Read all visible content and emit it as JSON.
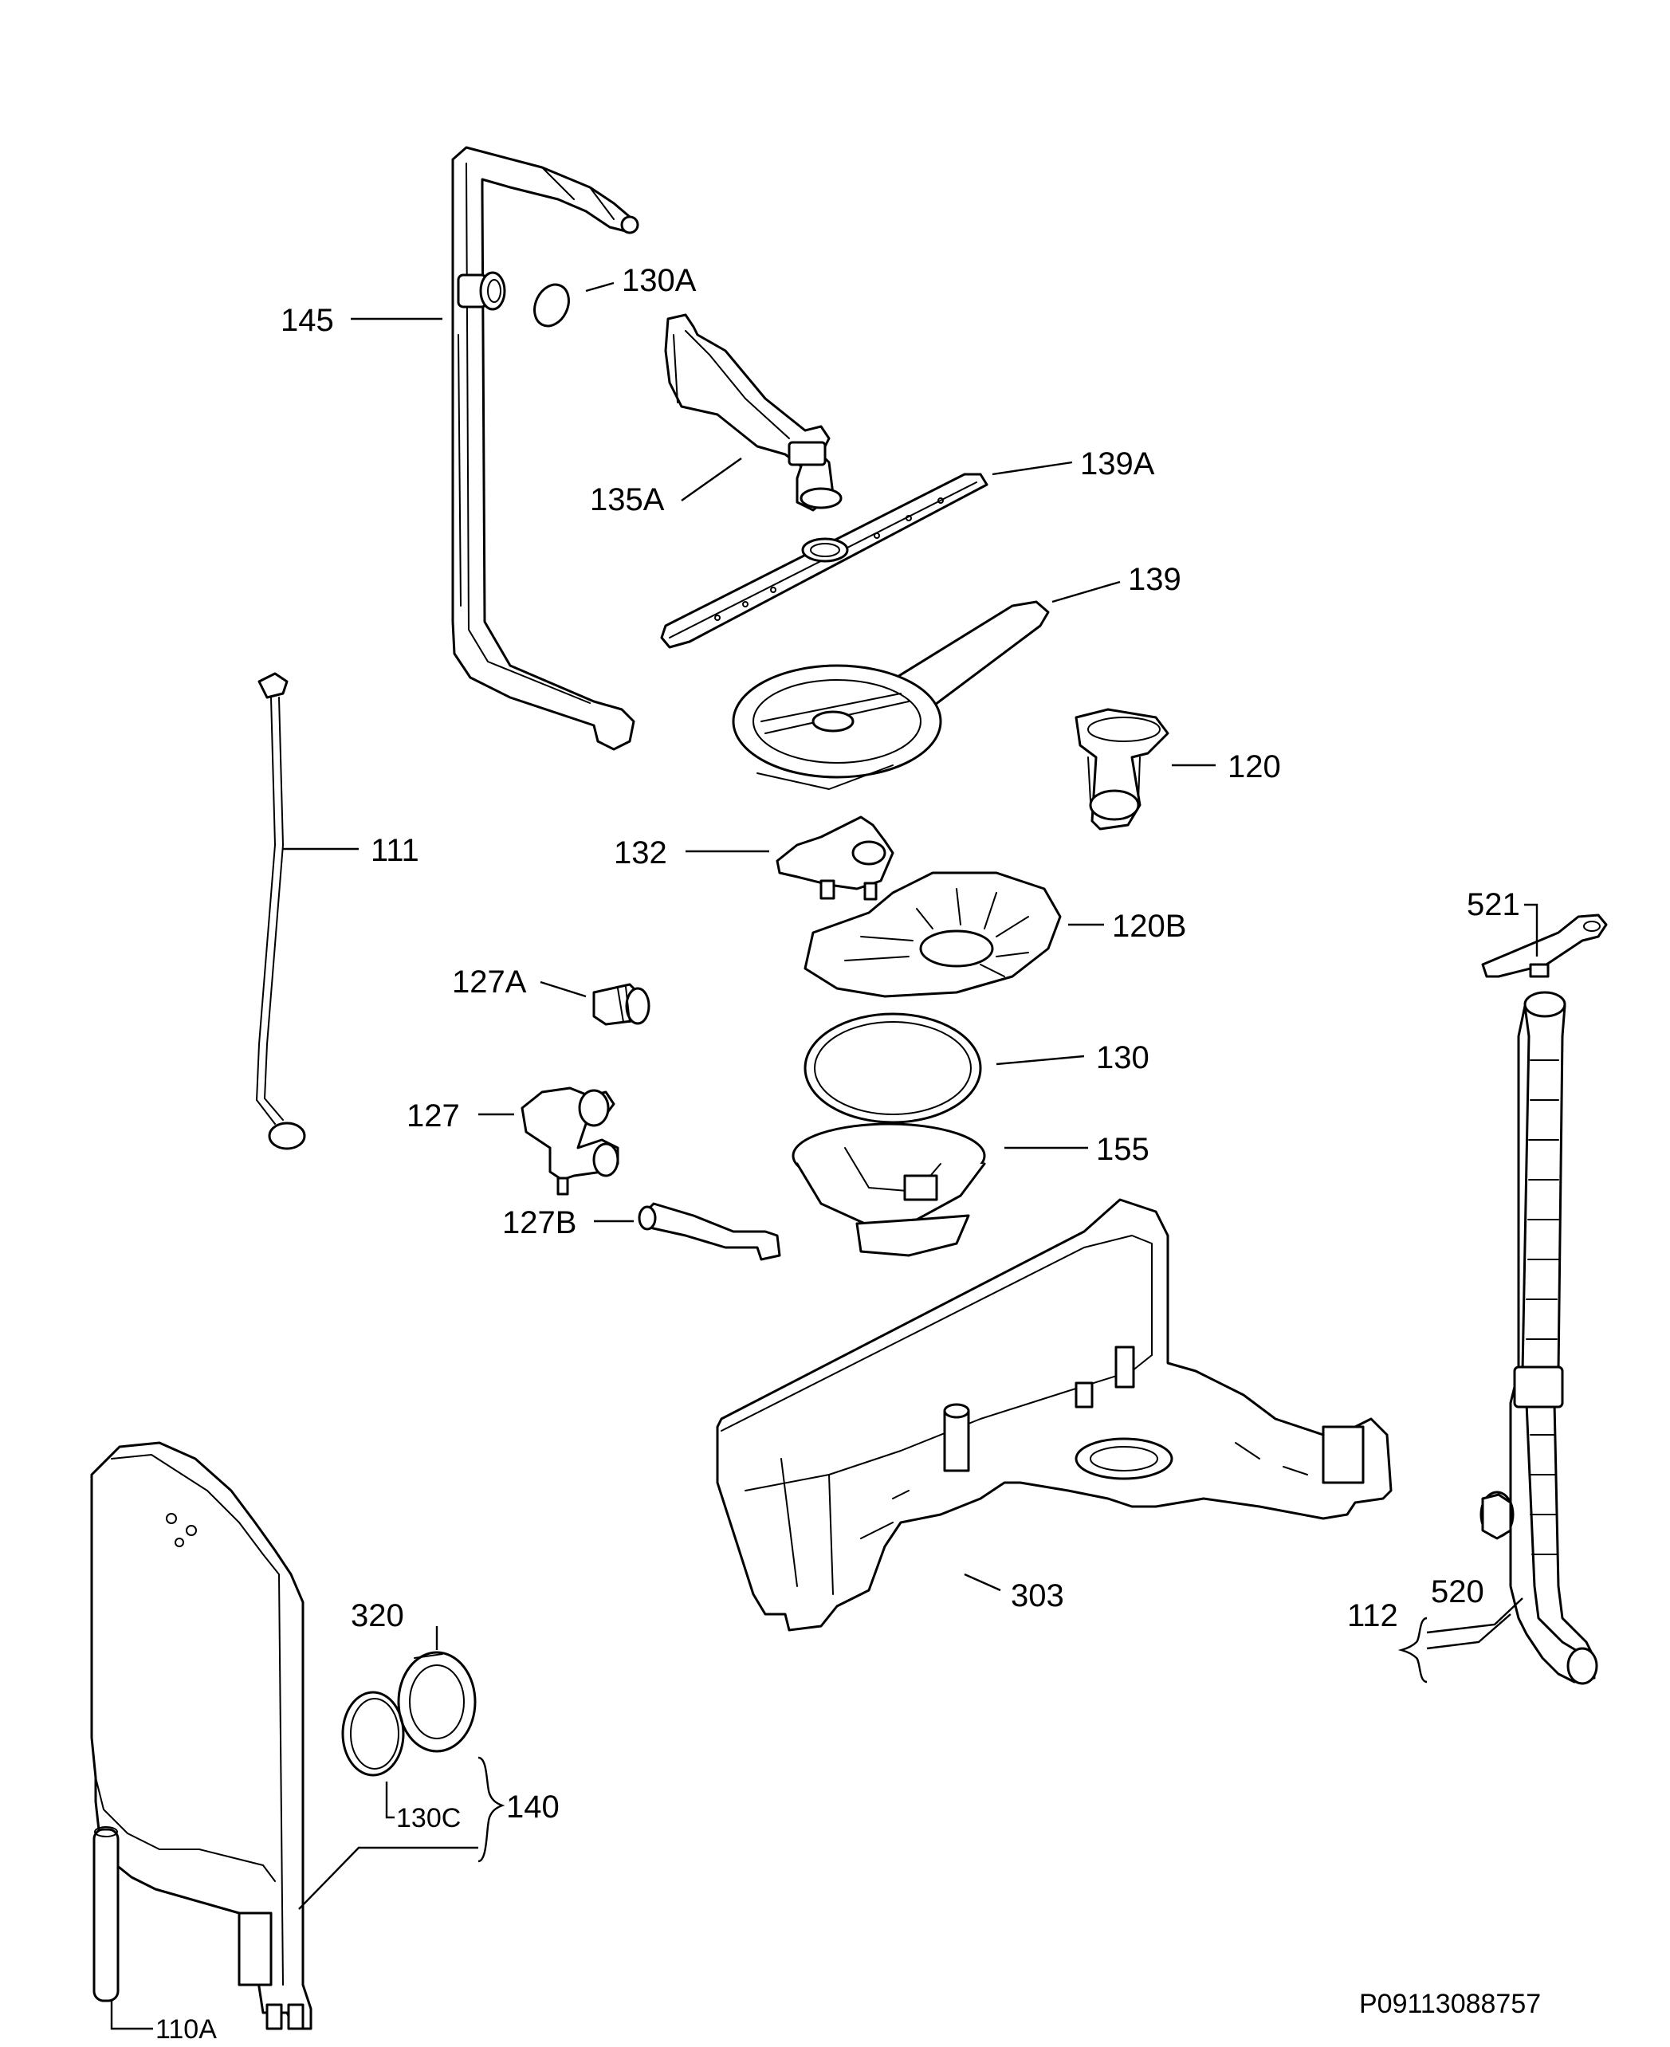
{
  "labels": {
    "p145": "145",
    "p130A": "130A",
    "p135A": "135A",
    "p139A": "139A",
    "p139": "139",
    "p111": "111",
    "p120": "120",
    "p132": "132",
    "p120B": "120B",
    "p521": "521",
    "p127A": "127A",
    "p130": "130",
    "p127": "127",
    "p155": "155",
    "p127B": "127B",
    "p303": "303",
    "p112": "112",
    "p520": "520",
    "p320": "320",
    "p130C": "130C",
    "p140": "140",
    "p110A": "110A"
  },
  "reference_code": "P09113088757"
}
